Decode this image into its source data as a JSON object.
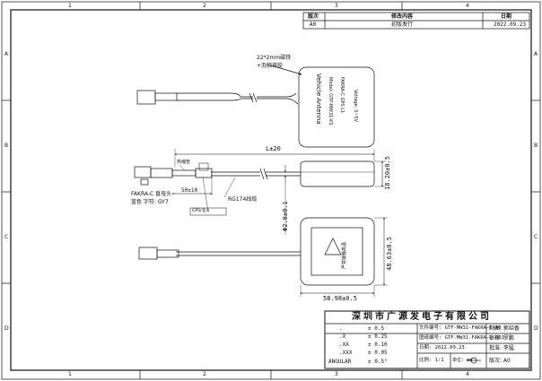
{
  "border": {
    "top_numbers": [
      "1",
      "2",
      "3",
      "4"
    ],
    "left_letters": [
      "A",
      "B",
      "C",
      "D"
    ],
    "right_letters": [
      "A",
      "B",
      "C",
      "D"
    ]
  },
  "revision": {
    "headers": [
      "版次",
      "修改内容",
      "日期"
    ],
    "rows": [
      [
        "A0",
        "初版发行",
        "2022.09.23"
      ]
    ]
  },
  "labels": {
    "note_top_1": "22*2mm磁铁",
    "note_top_2": "+泡棉背胶",
    "antenna_line1": "Vehicle Antenna",
    "antenna_line2": "Model: GTP-MW31-KS",
    "antenna_line3": "FAKRA-C GPS L1",
    "antenna_line4": "Voltage: 3~5V",
    "dim_length": "L±20",
    "dim_height_right": "18.20±0.5",
    "dim_cable": "Φ2.8±0.1",
    "dim_50": "50±10",
    "heat_shrink": "热缩管",
    "cable_type": "RG174线缆",
    "label_tag": "GPS/北斗",
    "connector_1": "FAKRA-C 直母头",
    "connector_2": "蓝色 字符: GY7",
    "dim_height_2": "48.63±0.5",
    "dim_width": "58.98±0.5",
    "warning_text": "严禁接触高温"
  },
  "title_block": {
    "company": "深圳市广源发电子有限公司",
    "tolerances": [
      [
        ".",
        "± 0.5"
      ],
      [
        ".X",
        "± 0.25"
      ],
      [
        ".XX",
        "± 0.10"
      ],
      [
        ".XXX",
        "± 0.05"
      ],
      [
        "ANGULAR",
        "± 0.5°"
      ]
    ],
    "doc_number": "文件编号: GTF-MW31-FAKRA-C-A0",
    "drawing_number": "图纸编号: GTF-MW31-FAKRA-C-001",
    "date": "日期: 2022.09.23",
    "scale": "比例: 1:1",
    "unit": "单位: mm",
    "made_by": "制图: 郭绍香",
    "reviewed_by": "审核: 罗鹏",
    "approved_by": "批准: 李猛",
    "version": "版次: A0"
  }
}
